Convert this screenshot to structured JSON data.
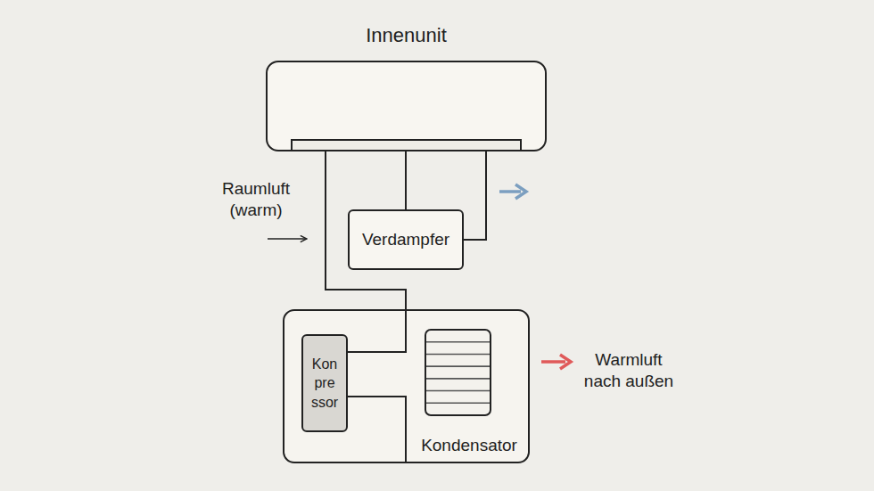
{
  "diagram": {
    "nodes": [
      {
        "text": [
          "Innenunit"
        ]
      },
      {
        "text": [
          "Verdampfer"
        ]
      },
      {
        "text": [
          "Kon pre ssor"
        ]
      },
      {
        "text": [
          "Kondensator"
        ]
      }
    ],
    "edges": [
      {
        "from": 0,
        "to": 1,
        "arrow": "none"
      },
      {
        "from": 1,
        "to": 0,
        "arrow": "none"
      },
      {
        "from": 0,
        "to": 2,
        "arrow": "none"
      }
    ],
    "labels": [
      "Raumluft (warm)",
      "Warmluft nach außen"
    ]
  }
}
